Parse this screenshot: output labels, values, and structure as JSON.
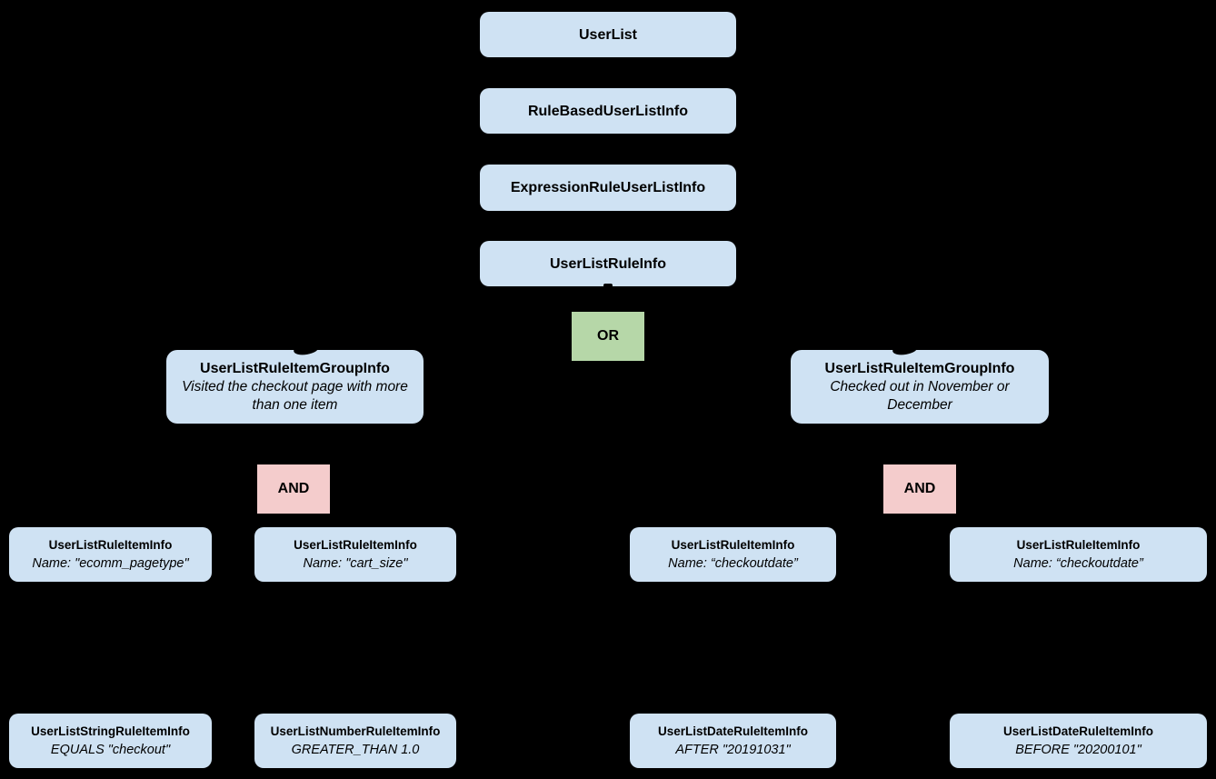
{
  "colors": {
    "background": "#000000",
    "class_box_fill": "#cfe2f3",
    "or_fill": "#b6d7a8",
    "and_fill": "#f4cccc",
    "text": "#000000"
  },
  "root_chain": [
    {
      "label": "UserList"
    },
    {
      "label": "RuleBasedUserListInfo"
    },
    {
      "label": "ExpressionRuleUserListInfo"
    },
    {
      "label": "UserListRuleInfo"
    }
  ],
  "or_operator": {
    "label": "OR"
  },
  "groups": [
    {
      "label": "UserListRuleItemGroupInfo",
      "description": "Visited the checkout page with more than one item",
      "operator": "AND"
    },
    {
      "label": "UserListRuleItemGroupInfo",
      "description": "Checked out in November or December",
      "operator": "AND"
    }
  ],
  "rule_items": [
    {
      "label": "UserListRuleItemInfo",
      "detail": "Name: \"ecomm_pagetype\""
    },
    {
      "label": "UserListRuleItemInfo",
      "detail": "Name: \"cart_size\""
    },
    {
      "label": "UserListRuleItemInfo",
      "detail": "Name: “checkoutdate”"
    },
    {
      "label": "UserListRuleItemInfo",
      "detail": "Name: “checkoutdate”"
    }
  ],
  "operand_items": [
    {
      "label": "UserListStringRuleItemInfo",
      "detail": "EQUALS \"checkout\""
    },
    {
      "label": "UserListNumberRuleItemInfo",
      "detail": "GREATER_THAN 1.0"
    },
    {
      "label": "UserListDateRuleItemInfo",
      "detail": "AFTER \"20191031\""
    },
    {
      "label": "UserListDateRuleItemInfo",
      "detail": "BEFORE \"20200101\""
    }
  ]
}
